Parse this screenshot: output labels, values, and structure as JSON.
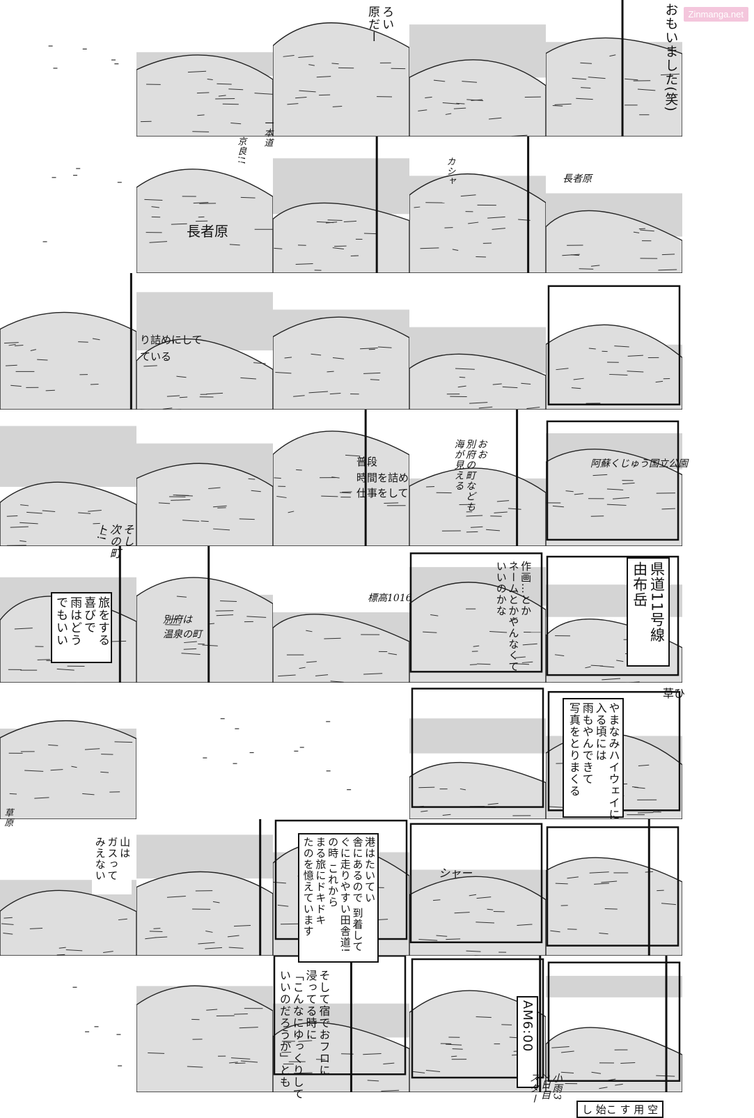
{
  "watermark": "Zinmanga.net",
  "text": {
    "r0c4_a": "おもいました(笑)",
    "r0c2_a": "ろい\n原だー",
    "r1c1_a": "京良!!",
    "r1c1_b": "一本道",
    "r1c1_sign": "長者原",
    "r1c3_a": "カシャ",
    "r1c4_a": "長者原",
    "r2c1_a": "り詰めにして\nている",
    "r3c2_a": "普段\n時間を詰め\n仕事をして",
    "r3c3_a": "おお\n別府の町なども\n海が見える",
    "r3c4_a": "阿蘇くじゅう国立公園",
    "r4c0_a": "そし\n次の町\nト!",
    "r4c0_b": "旅をする\n喜びで\n雨はどう\nでもいい",
    "r4c1_a": "別府は\n温泉の町",
    "r4c2_a": "標高1016",
    "r4c3_a": "作画…とか\nネームとかやんなくて\nいいのかな",
    "r4c4_a": "県道11号線\n由布岳",
    "r4c4_b": "草ひ",
    "r5c4_a": "やまなみハイウェイに\n入る頃には\n雨もやんできて\n写真をとりまくる",
    "r5c0_a": "草原",
    "r6c0_a": "山は\nガスって\nみえない",
    "r6c2_a": "港はたいてい\n舎にあるので 到着して\nぐに走りやすい田舎道!\nの時 これから\nまる旅にドキドキ\nたのを憶えています",
    "r6c3_a": "シャー",
    "r7c2_a": "そして宿でおフロに\n浸ってる時に\n「こんなにゆっくりして\nいいのだろうか」とも",
    "r7c3_a": "AM6:00",
    "r7c3_b": "小雨3\n2日目\nスター",
    "r7c4_a": "し 始こ す 用 空"
  }
}
